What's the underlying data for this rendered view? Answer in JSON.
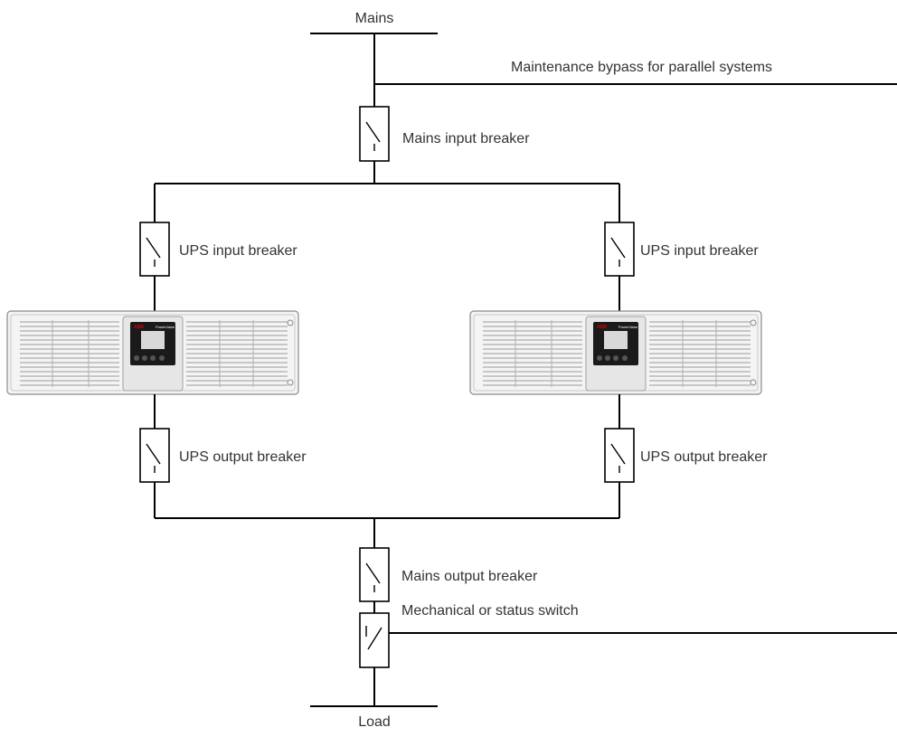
{
  "diagram": {
    "mains_label": "Mains",
    "load_label": "Load",
    "bypass_label": "Maintenance bypass for parallel systems",
    "mains_input_breaker": "Mains input breaker",
    "ups_left": {
      "input_breaker": "UPS input breaker",
      "output_breaker": "UPS output breaker",
      "brand": "ABB",
      "model": "PowerValue"
    },
    "ups_right": {
      "input_breaker": "UPS input breaker",
      "output_breaker": "UPS output breaker",
      "brand": "ABB",
      "model": "PowerValue"
    },
    "mains_output_breaker": "Mains output breaker",
    "status_switch": "Mechanical or status switch"
  }
}
